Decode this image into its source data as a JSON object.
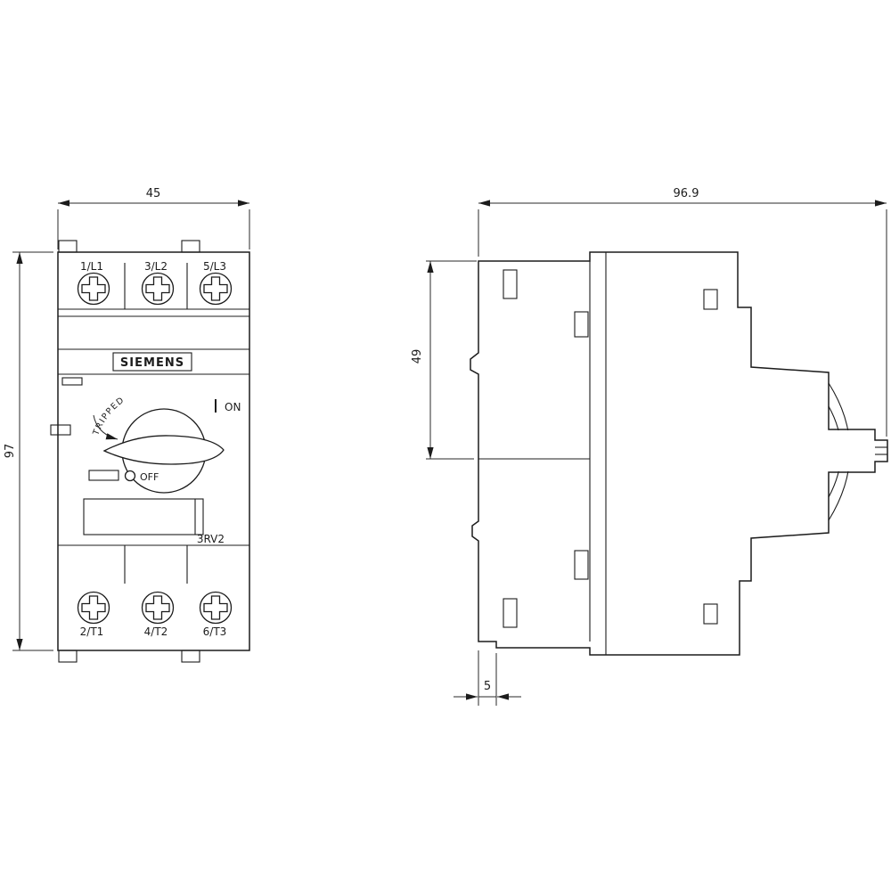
{
  "front_view": {
    "dim_width_mm": "45",
    "dim_height_mm": "97",
    "brand": "SIEMENS",
    "model": "3RV2",
    "terminals_top": [
      "1/L1",
      "3/L2",
      "5/L3"
    ],
    "terminals_bottom": [
      "2/T1",
      "4/T2",
      "6/T3"
    ],
    "tripped_label": "TRIPPED",
    "on_label": "ON",
    "off_label": "OFF"
  },
  "side_view": {
    "dim_depth_mm": "96.9",
    "dim_rail_height_mm": "49",
    "dim_clip_mm": "5"
  }
}
